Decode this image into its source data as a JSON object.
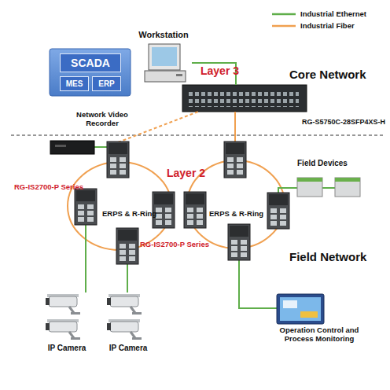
{
  "diagram": {
    "nodes": [
      {
        "text": [
          "SCADA"
        ]
      },
      {
        "text": [
          "MES"
        ]
      },
      {
        "text": [
          "ERP"
        ]
      },
      {
        "text": [
          "Workstation"
        ]
      },
      {
        "text": [
          "RG-S5750C-28SFP4XS-H"
        ]
      },
      {
        "text": [
          "Network Video Recorder"
        ]
      },
      {
        "text": [
          "Field Devices"
        ]
      },
      {
        "text": [
          "Operation Control and Process Monitoring"
        ]
      },
      {
        "text": [
          "IP Camera"
        ]
      },
      {
        "text": [
          "IP Camera"
        ]
      }
    ],
    "edges": [
      {
        "from": 3,
        "to": 4,
        "arrow": "none"
      }
    ],
    "labels": [
      "Core Network",
      "Layer 3",
      "Layer 2",
      "RG-IS2700-P Series",
      "ERPS & R-Ring",
      "ERPS & R-Ring",
      "RG-IS2700-P Series",
      "Field Network"
    ],
    "legend": [
      {
        "text": "Industrial Ethernet"
      },
      {
        "text": "Industrial Fiber"
      }
    ]
  }
}
